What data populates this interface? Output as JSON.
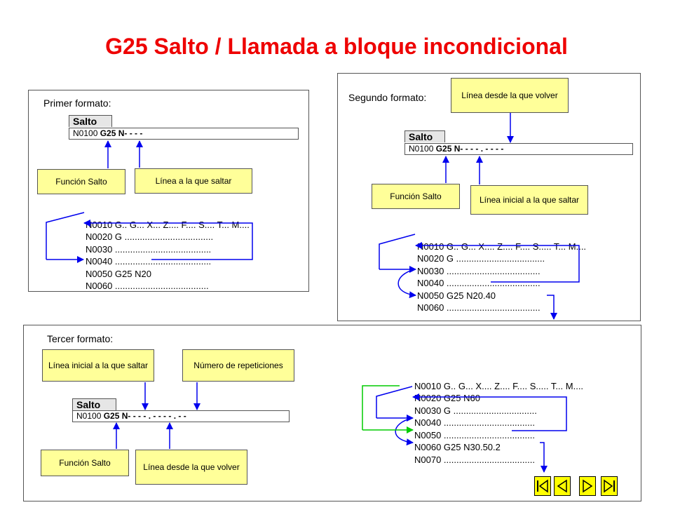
{
  "title": "G25 Salto / Llamada a bloque incondicional",
  "colors": {
    "title": "#ee0000",
    "box_fill": "#ffff99",
    "arrow_blue": "#0000ee",
    "arrow_green": "#00cc00",
    "nav_fill": "#ffff00"
  },
  "panel1": {
    "heading": "Primer formato:",
    "tab": "Salto",
    "field_prefix": "N0100 ",
    "field_bold": "G25 N- - - -",
    "label_funcion": "Función Salto",
    "label_linea": "Línea a la que saltar",
    "code": [
      "N0010 G.. G... X... Z.... F.... S.... T... M....",
      "N0020 G ...................................",
      "N0030 ......................................",
      "N0040 ......................................",
      "N0050 G25 N20",
      "N0060 ....................................."
    ]
  },
  "panel2": {
    "heading": "Segundo formato:",
    "tab": "Salto",
    "field_prefix": "N0100 ",
    "field_bold": "G25 N- - - - . - - - -",
    "label_volver": "Línea desde la que volver",
    "label_funcion": "Función Salto",
    "label_inicial": "Línea inicial a la que saltar",
    "code": [
      "N0010 G.. G... X.... Z.... F.... S..... T... M....",
      "N0020 G ...................................",
      "N0030 .....................................",
      "N0040 .....................................",
      "N0050 G25 N20.40",
      "N0060 ....................................."
    ]
  },
  "panel3": {
    "heading": "Tercer formato:",
    "tab": "Salto",
    "field_prefix": "N0100 ",
    "field_bold": "G25 N- - - - . - - - - . - -",
    "label_inicial": "Línea inicial a la que saltar",
    "label_repeticiones": "Número de repeticiones",
    "label_funcion": "Función Salto",
    "label_volver": "Línea desde la que volver",
    "code": [
      "N0010 G.. G... X.... Z.... F.... S..... T... M....",
      "N0020 G25 N60",
      "N0030 G .................................",
      "N0040 ....................................",
      "N0050 ....................................",
      "N0060 G25 N30.50.2",
      "N0070 ...................................."
    ]
  },
  "nav": [
    "first-icon",
    "previous-icon",
    "next-icon",
    "last-icon"
  ]
}
